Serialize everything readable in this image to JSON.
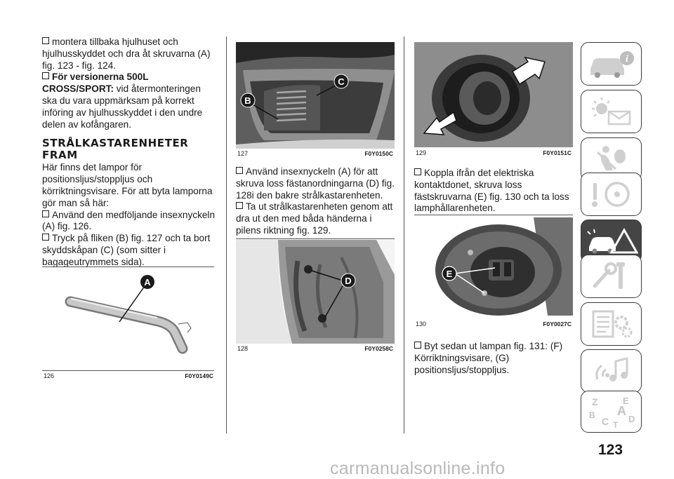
{
  "col1": {
    "p1": "montera tillbaka hjulhuset och hjulhusskyddet och dra åt skruvarna (A) fig. 123 - fig. 124.",
    "p2_bold": "För versionerna 500L CROSS/SPORT:",
    "p2_rest": " vid återmonteringen ska du vara uppmärksam på korrekt införing av hjulhusskyddet i den undre delen av kofångaren.",
    "heading": "STRÅLKASTARENHETER FRAM",
    "p3": "Här finns det lampor för positionsljus/stoppljus och körriktningsvisare. För att byta lamporna gör man så här:",
    "p4": "Använd den medföljande insexnyckeln (A) fig. 126.",
    "p5": "Tryck på fliken (B) fig. 127 och ta bort skyddskåpan (C) (som sitter i bagageutrymmets sida)."
  },
  "col2": {
    "p1": "Använd insexnyckeln (A) för att skruva loss fästanordningarna (D) fig. 128i den bakre strålkastarenheten.",
    "p2": "Ta ut strålkastarenheten genom att dra ut den med båda händerna i pilens riktning fig. 129."
  },
  "col3": {
    "p1": "Koppla ifrån det elektriska kontaktdonet, skruva loss fästskruvarna (E) fig. 130 och ta loss lamphållarenheten.",
    "p2": "Byt sedan ut lampan fig. 131: (F) Körriktningsvisare, (G) positionsljus/stoppljus."
  },
  "figures": {
    "f126": {
      "num": "126",
      "code": "F0Y0149C",
      "label": "A"
    },
    "f127": {
      "num": "127",
      "code": "F0Y0150C",
      "label_b": "B",
      "label_c": "C"
    },
    "f128": {
      "num": "128",
      "code": "F0Y0258C",
      "label": "D"
    },
    "f129": {
      "num": "129",
      "code": "F0Y0151C"
    },
    "f130": {
      "num": "130",
      "code": "F0Y0027C",
      "label": "E"
    }
  },
  "sidebar": {
    "icons": [
      "car-info-icon",
      "warning-lights-icon",
      "safety-airbag-icon",
      "starting-driving-icon",
      "emergency-icon",
      "maintenance-icon",
      "technical-data-icon",
      "multimedia-icon",
      "index-icon"
    ],
    "active_index": 4,
    "index_letters": [
      "Z",
      "E",
      "A",
      "B",
      "C",
      "D",
      "T"
    ]
  },
  "page_number": "123",
  "watermark": "carmanualsonline.info"
}
